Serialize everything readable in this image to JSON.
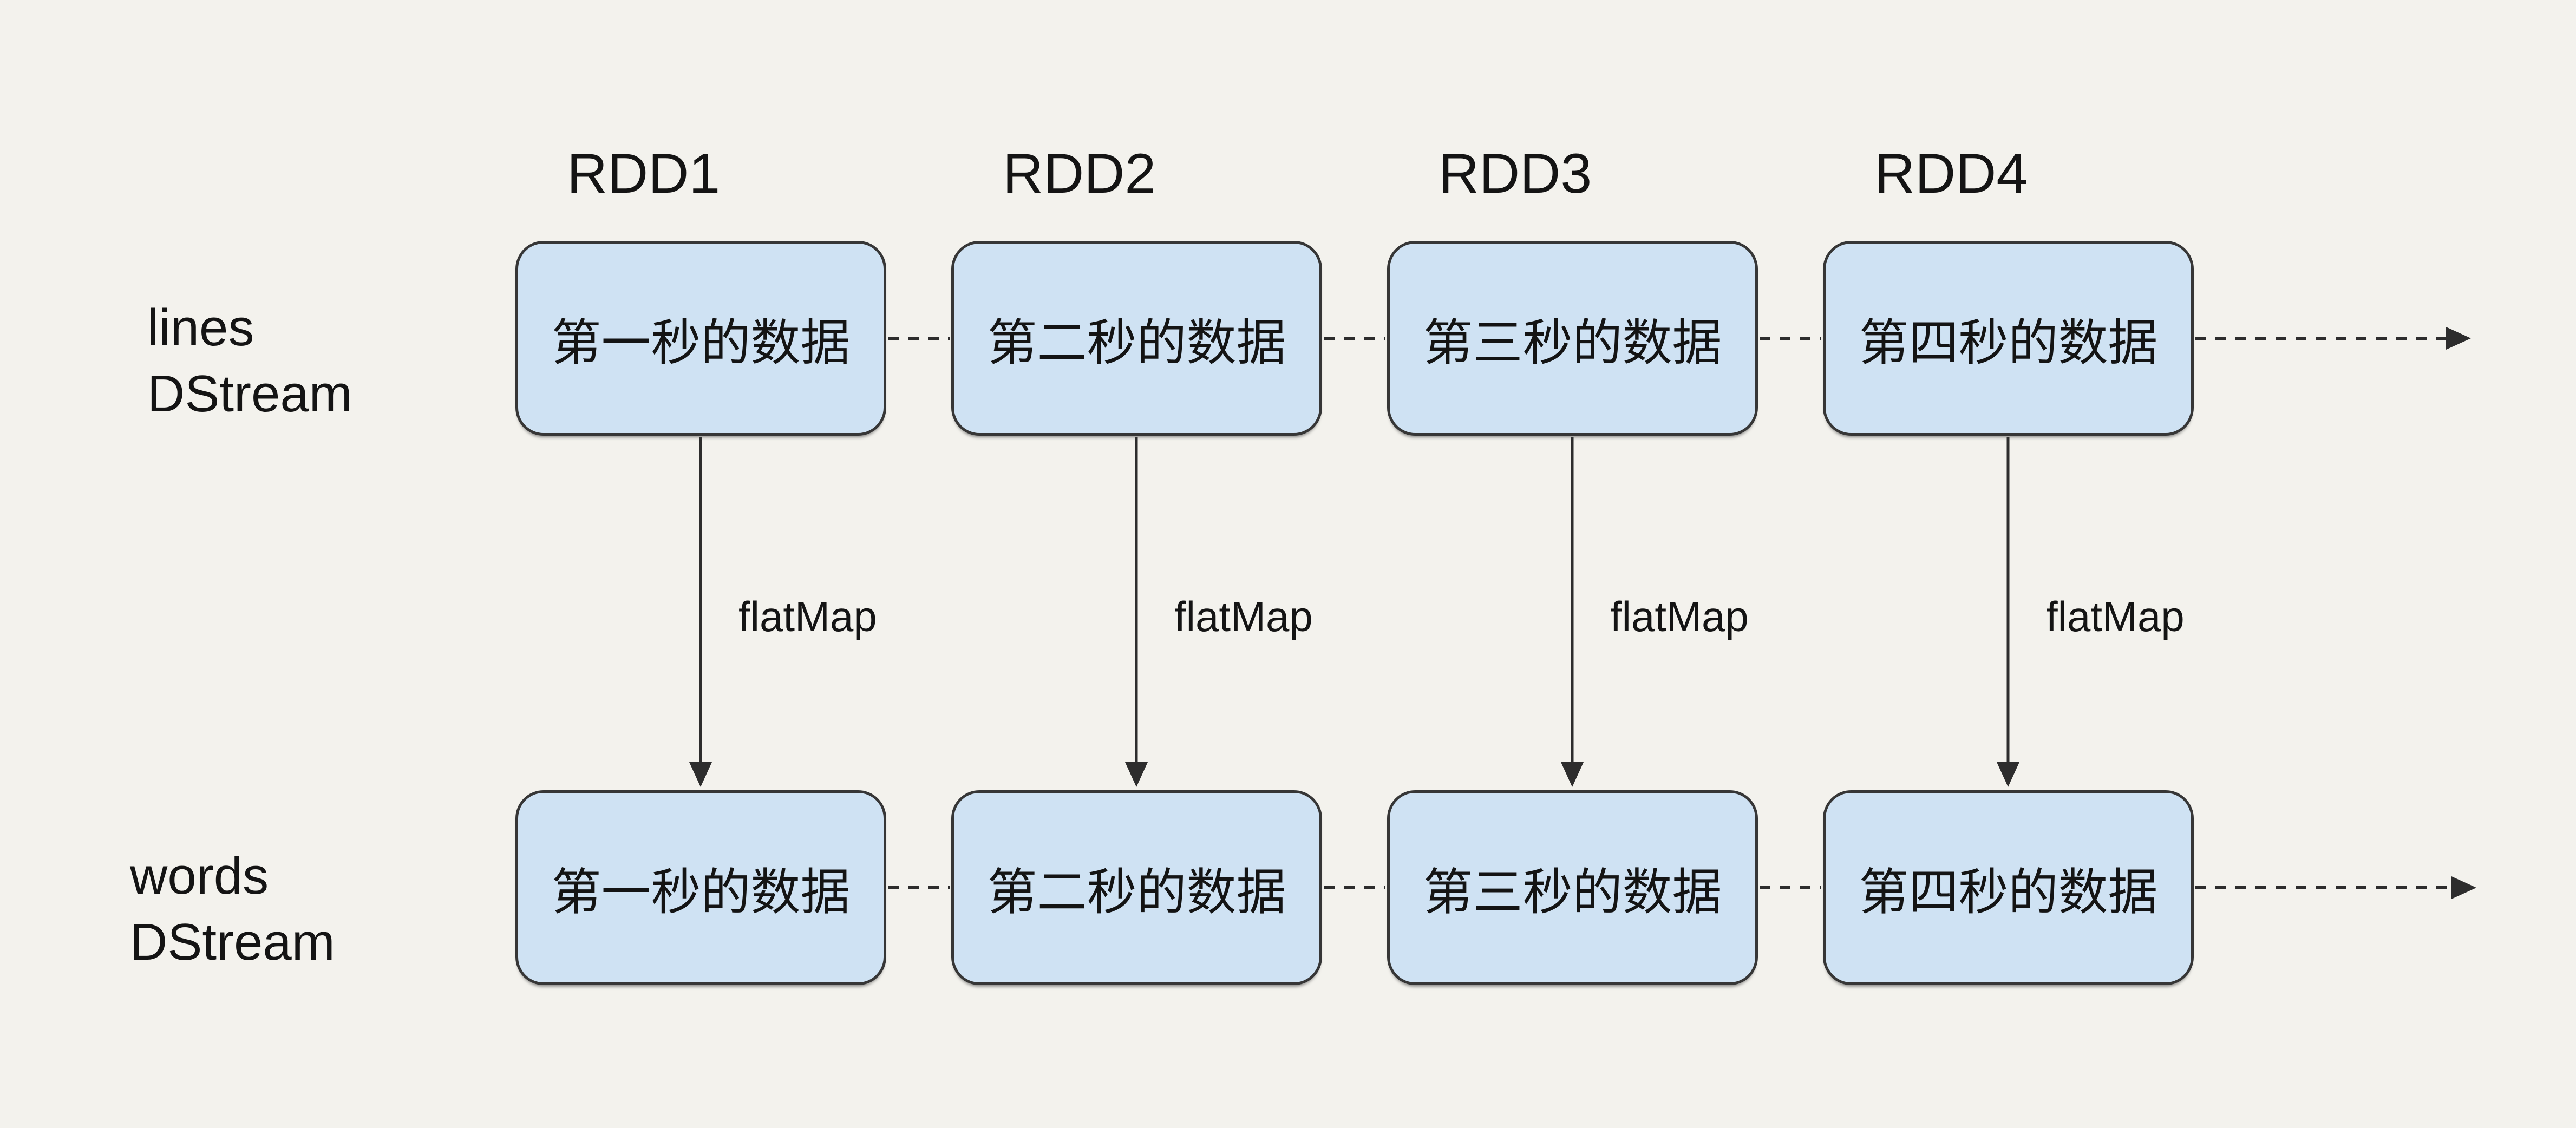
{
  "diagram": {
    "colors": {
      "background": "#f3f2ed",
      "box_fill": "#cfe2f3",
      "box_border": "#363636",
      "connector": "#2d2d2d",
      "text": "#141414"
    },
    "stream_rows": [
      {
        "name_line1": "lines",
        "name_line2": "DStream"
      },
      {
        "name_line1": "words",
        "name_line2": "DStream"
      }
    ],
    "columns": [
      {
        "rdd_label": "RDD1",
        "lines_box_text": "第一秒的数据",
        "words_box_text": "第一秒的数据",
        "transform_label": "flatMap"
      },
      {
        "rdd_label": "RDD2",
        "lines_box_text": "第二秒的数据",
        "words_box_text": "第二秒的数据",
        "transform_label": "flatMap"
      },
      {
        "rdd_label": "RDD3",
        "lines_box_text": "第三秒的数据",
        "words_box_text": "第三秒的数据",
        "transform_label": "flatMap"
      },
      {
        "rdd_label": "RDD4",
        "lines_box_text": "第四秒的数据",
        "words_box_text": "第四秒的数据",
        "transform_label": "flatMap"
      }
    ]
  }
}
